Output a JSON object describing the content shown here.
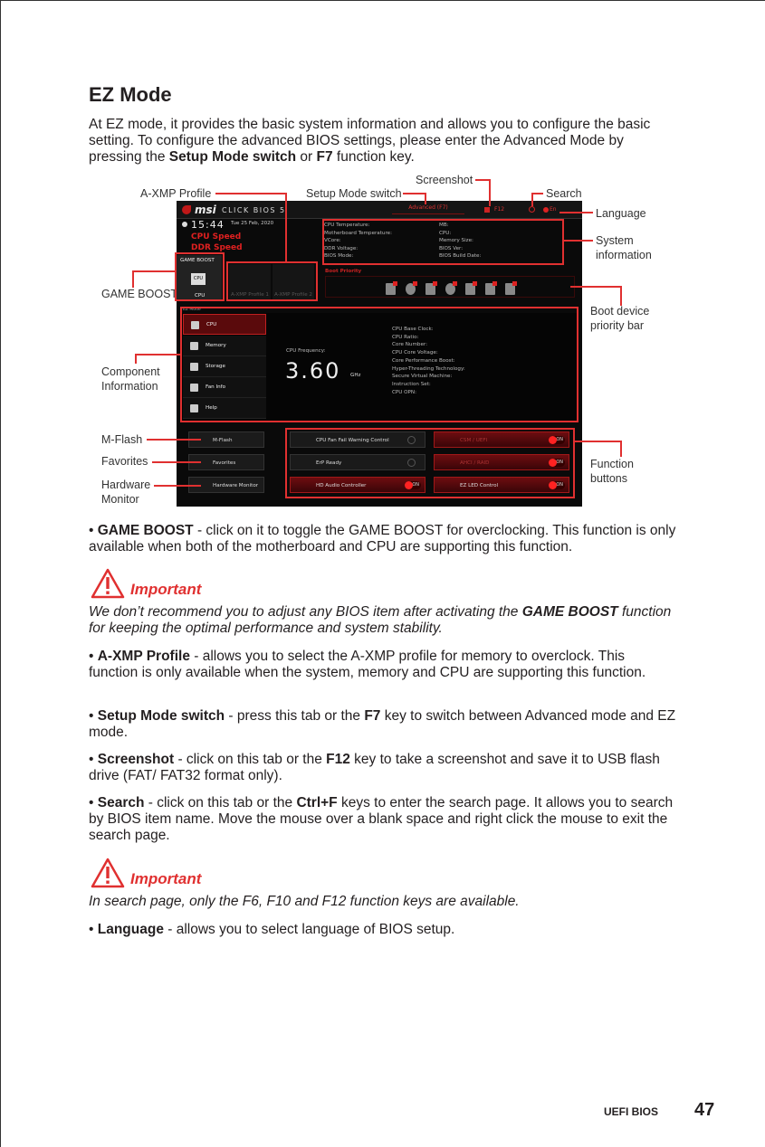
{
  "title": "EZ Mode",
  "intro": [
    "At EZ mode, it provides the basic system information and allows you to configure the basic setting. To configure the advanced BIOS settings, please enter the Advanced Mode by pressing the ",
    "Setup Mode switch",
    " or ",
    "F7",
    " function key."
  ],
  "callouts": {
    "axmp": "A-XMP Profile",
    "setup": "Setup Mode switch",
    "screenshot": "Screenshot",
    "search": "Search",
    "language": "Language",
    "sysinfo": [
      "System",
      "information"
    ],
    "gameboost": "GAME BOOST",
    "boot": [
      "Boot device",
      "priority bar"
    ],
    "component": [
      "Component",
      "Information"
    ],
    "mflash": "M-Flash",
    "favorites": "Favorites",
    "hwmon": [
      "Hardware",
      "Monitor"
    ],
    "function": [
      "Function",
      "buttons"
    ]
  },
  "bios": {
    "logo": "msi",
    "product": "CLICK BIOS 5",
    "setup_tab": "Advanced (F7)",
    "screenshot_key": "F12",
    "language": "En",
    "time": "15:44",
    "date": "Tue  25 Feb, 2020",
    "cpu_speed": "CPU Speed",
    "ddr_speed": "DDR Speed",
    "sysinfo_left": [
      "CPU Temperature:",
      "Motherboard Temperature:",
      "VCore:",
      "DDR Voltage:",
      "BIOS Mode:"
    ],
    "sysinfo_right": [
      "MB:",
      "CPU:",
      "Memory Size:",
      "BIOS Ver:",
      "BIOS Build Date:"
    ],
    "game_boost": "GAME BOOST",
    "game_boost_cpu": "CPU",
    "cpu_chip": "CPU",
    "axmp1": "A-XMP Profile 1",
    "axmp2": "A-XMP Profile 2",
    "boot_priority": "Boot Priority",
    "ez_mode": "EZ Mode",
    "menu": [
      "CPU",
      "Memory",
      "Storage",
      "Fan Info",
      "Help"
    ],
    "cpu_freq_label": "CPU Frequency:",
    "cpu_freq": "3.60",
    "cpu_unit": "GHz",
    "cpu_info": [
      "CPU Base Clock:",
      "CPU Ratio:",
      "Core Number:",
      "CPU Core Voltage:",
      "Core Performance Boost:",
      "Hyper-Threading Technology:",
      "Secure Virtual Machine:",
      "Instruction Set:",
      "CPU OPN:"
    ],
    "left_buttons": [
      "M-Flash",
      "Favorites",
      "Hardware Monitor"
    ],
    "functions": [
      {
        "label": "CPU Fan Fail Warning Control",
        "on": false
      },
      {
        "label": "CSM / UEFI",
        "on": true
      },
      {
        "label": "ErP Ready",
        "on": false
      },
      {
        "label": "AHCI / RAID",
        "on": true
      },
      {
        "label": "HD Audio Controller",
        "on": true
      },
      {
        "label": "EZ LED Control",
        "on": true
      }
    ],
    "on": "ON"
  },
  "bullets": {
    "gameboost": [
      "GAME BOOST",
      " - click on it to toggle the GAME BOOST for overclocking. This function is only available when both of the motherboard and CPU are supporting this function."
    ],
    "important1_title": "Important",
    "important1": [
      "We don’t recommend you to adjust any BIOS item after activating the ",
      "GAME BOOST",
      " function for keeping the optimal performance and system stability."
    ],
    "axmp": [
      "A-XMP Profile",
      " - allows you to select the A-XMP profile for memory to overclock. This function is only available when the system, memory and CPU are supporting this function."
    ],
    "setup": [
      "Setup Mode switch",
      " - press this tab or the ",
      "F7",
      " key to switch between Advanced mode and EZ mode."
    ],
    "screenshot": [
      "Screenshot",
      " - click on this tab or the ",
      "F12",
      " key to take a screenshot and save it to USB flash drive (FAT/ FAT32 format only)."
    ],
    "search": [
      "Search",
      " - click on this tab or the ",
      "Ctrl+F",
      " keys to enter the search page. It allows you to search by BIOS item name. Move the mouse over a blank space and right click the mouse to exit the search page."
    ],
    "important2_title": "Important",
    "important2": "In search page, only the F6, F10 and F12 function keys are available.",
    "language": [
      "Language",
      " - allows you to select language of BIOS setup."
    ]
  },
  "footer": {
    "section": "UEFI BIOS",
    "page": "47"
  },
  "colors": {
    "accent": "#e03030",
    "bios_bg": "#0a0a0a"
  }
}
